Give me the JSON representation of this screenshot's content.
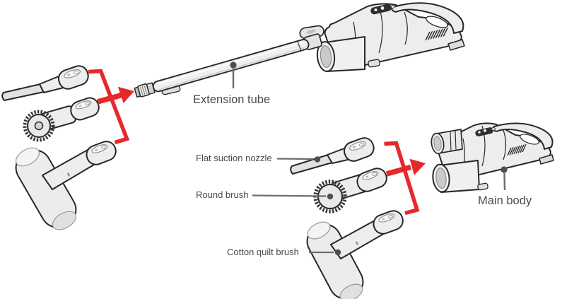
{
  "diagram": {
    "background": "#ffffff",
    "colors": {
      "outline": "#2b2627",
      "part_fill": "#ededed",
      "part_fill_light": "#f4f4f4",
      "part_fill_dark": "#d2d2d2",
      "inlet_inner": "#c9c9c9",
      "accent_red": "#e7282b",
      "label_text": "#4a4a4a",
      "leader_line": "#6e6e6e",
      "leader_dot": "#4f4f4f"
    },
    "labels": {
      "extension_tube": "Extension tube",
      "flat_suction_nozzle": "Flat suction nozzle",
      "round_brush": "Round brush",
      "cotton_quilt_brush": "Cotton quilt brush",
      "main_body": "Main body"
    }
  }
}
